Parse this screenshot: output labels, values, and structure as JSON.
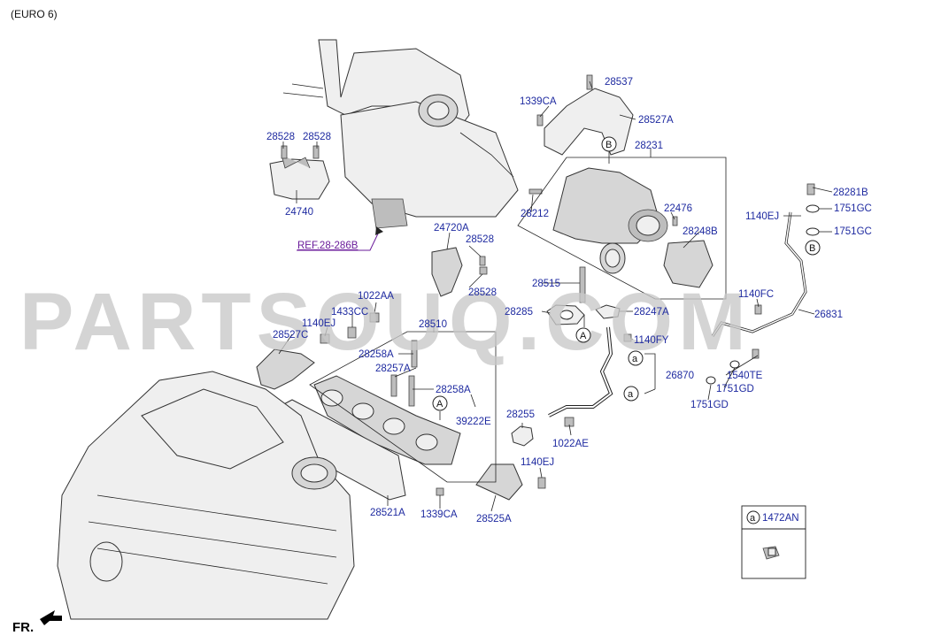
{
  "header": "(EURO 6)",
  "watermark": "PARTSOUQ.COM",
  "ref_label": "REF.28-286B",
  "fr_label": "FR.",
  "legend": {
    "marker": "a",
    "part": "1472AN"
  },
  "callouts": {
    "a1": "a",
    "a2": "a",
    "a3": "a",
    "A1": "A",
    "A2": "A",
    "B1": "B",
    "B2": "B"
  },
  "parts": [
    {
      "code": "28528"
    },
    {
      "code": "28528"
    },
    {
      "code": "24740"
    },
    {
      "code": "28537"
    },
    {
      "code": "1339CA"
    },
    {
      "code": "28527A"
    },
    {
      "code": "28231"
    },
    {
      "code": "28212"
    },
    {
      "code": "22476"
    },
    {
      "code": "28248B"
    },
    {
      "code": "28281B"
    },
    {
      "code": "1140EJ"
    },
    {
      "code": "1751GC"
    },
    {
      "code": "1751GC"
    },
    {
      "code": "24720A"
    },
    {
      "code": "28528"
    },
    {
      "code": "28528"
    },
    {
      "code": "28515"
    },
    {
      "code": "1022AA"
    },
    {
      "code": "1433CC"
    },
    {
      "code": "1140EJ"
    },
    {
      "code": "28527C"
    },
    {
      "code": "28510"
    },
    {
      "code": "28285"
    },
    {
      "code": "28247A"
    },
    {
      "code": "1140FY"
    },
    {
      "code": "1140FC"
    },
    {
      "code": "26831"
    },
    {
      "code": "28258A"
    },
    {
      "code": "28257A"
    },
    {
      "code": "28258A"
    },
    {
      "code": "39222E"
    },
    {
      "code": "26870"
    },
    {
      "code": "1540TE"
    },
    {
      "code": "1751GD"
    },
    {
      "code": "1751GD"
    },
    {
      "code": "28255"
    },
    {
      "code": "1022AE"
    },
    {
      "code": "1140EJ"
    },
    {
      "code": "28521A"
    },
    {
      "code": "1339CA"
    },
    {
      "code": "28525A"
    }
  ]
}
